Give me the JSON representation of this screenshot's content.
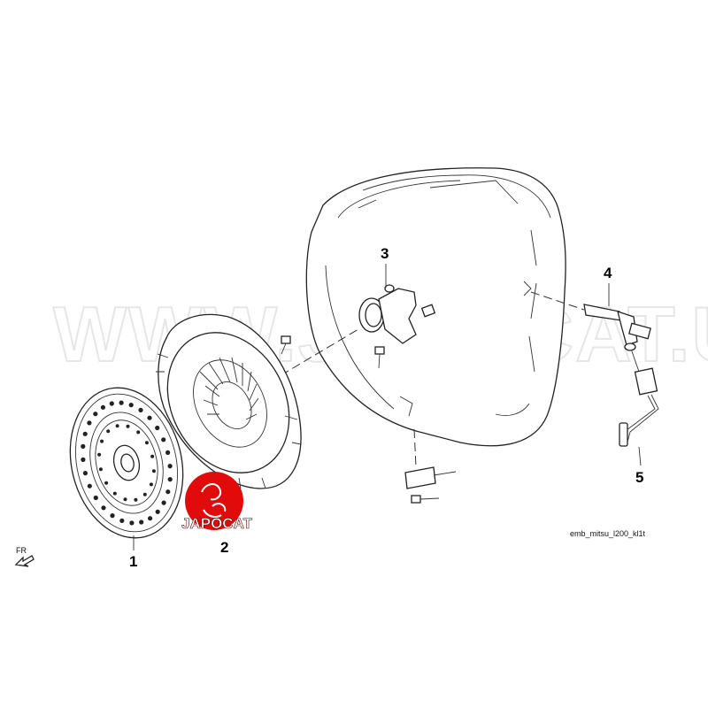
{
  "watermark": {
    "text": "WWW.JAPOCAT.UA"
  },
  "logo": {
    "text": "JAPOCAT",
    "color": "#e10b0b"
  },
  "callouts": [
    {
      "id": "1",
      "part": "clutch-disc"
    },
    {
      "id": "2",
      "part": "pressure-plate"
    },
    {
      "id": "3",
      "part": "release-bearing"
    },
    {
      "id": "4",
      "part": "hydraulic-fitting"
    },
    {
      "id": "5",
      "part": "clutch-pipe"
    }
  ],
  "front_marker": {
    "text": "FR",
    "icon": "arrow-down-left-icon"
  },
  "caption": "emb_mitsu_l200_kl1t"
}
